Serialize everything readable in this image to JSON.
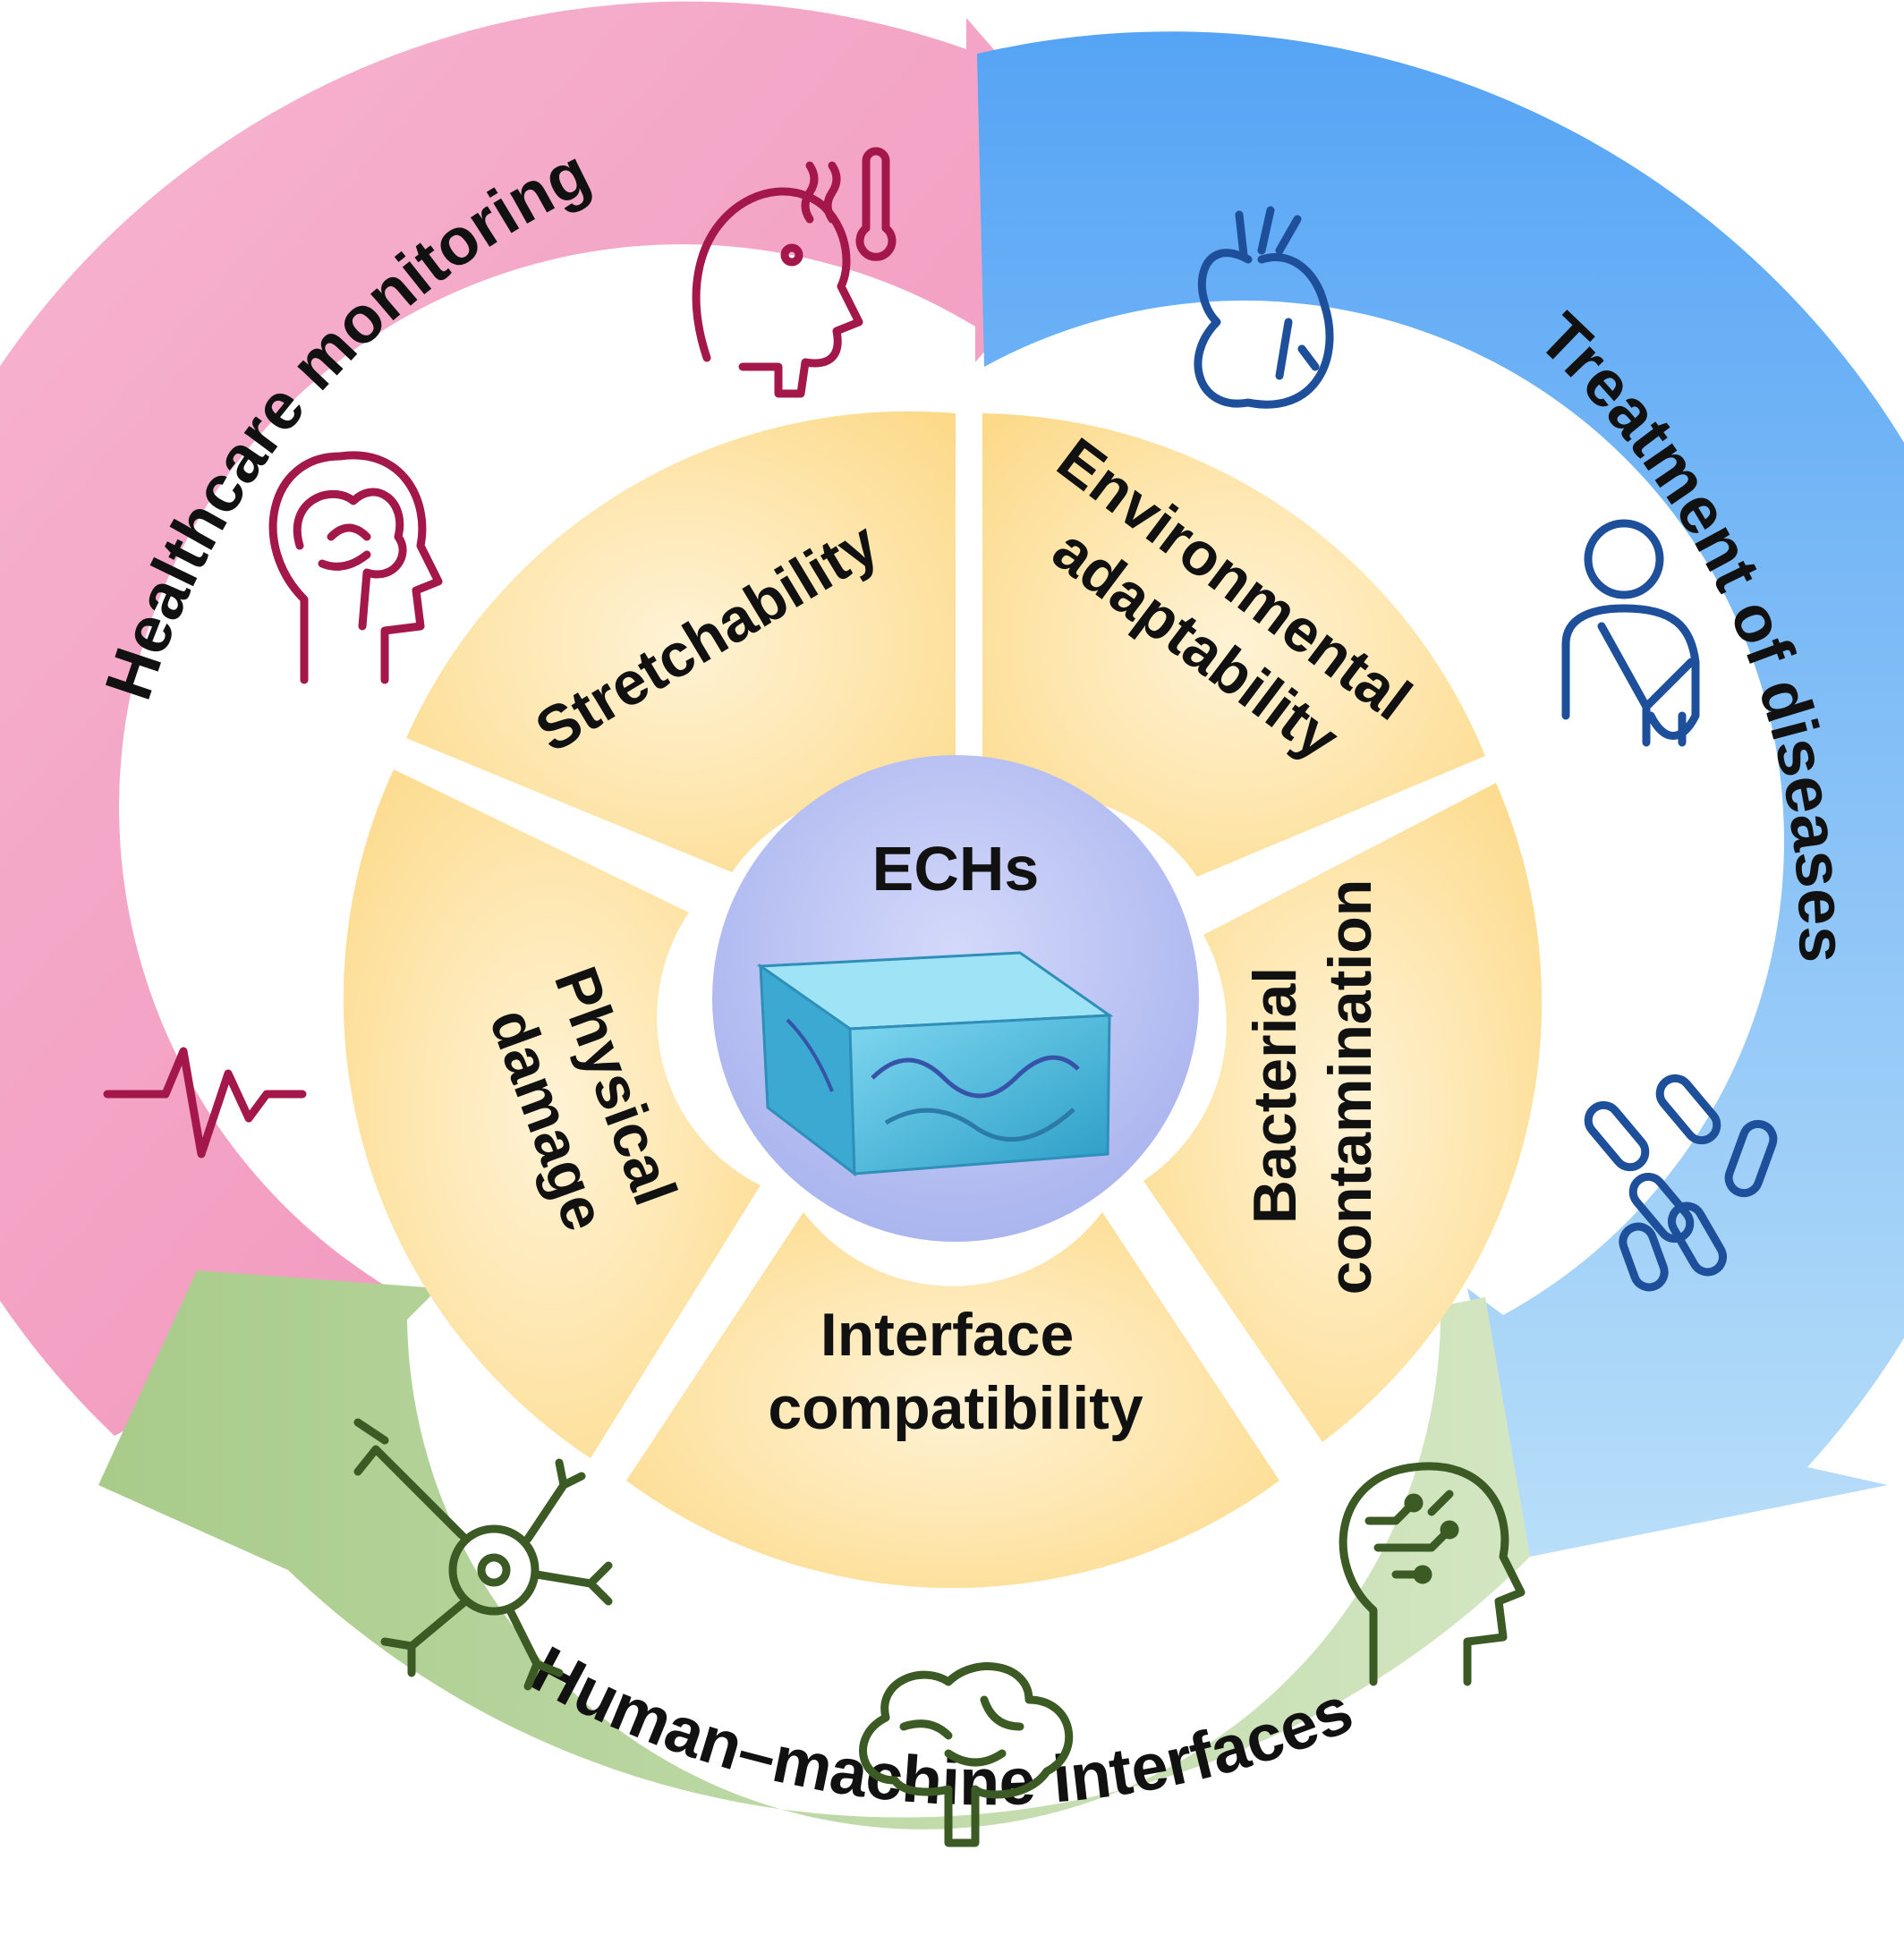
{
  "center": {
    "label": "ECHs"
  },
  "ring": [
    {
      "label": "Healthcare monitoring",
      "color": "#f39ac0",
      "icon_color": "#a3174a"
    },
    {
      "label": "Treatment of diseases",
      "color": "#5eaaf4",
      "icon_color": "#1d4f9a"
    },
    {
      "label": "Human–machine interfaces",
      "color": "#b3d196",
      "icon_color": "#3b5a24"
    }
  ],
  "segments": [
    {
      "lines": [
        "Stretchability"
      ]
    },
    {
      "lines": [
        "Environmental",
        "adaptability"
      ]
    },
    {
      "lines": [
        "Bacterial",
        "contamination"
      ]
    },
    {
      "lines": [
        "Interface",
        "compatibility"
      ]
    },
    {
      "lines": [
        "Physical",
        "damage"
      ]
    }
  ],
  "icons": {
    "healthcare": [
      "fever-head-thermometer-icon",
      "brain-head-icon",
      "heartbeat-pulse-icon"
    ],
    "treatment": [
      "heart-icon",
      "arm-sling-patient-icon",
      "bacteria-icon"
    ],
    "hmi": [
      "neuron-icon",
      "brain-icon",
      "circuit-head-icon"
    ]
  },
  "colors": {
    "segment_fill": "#fde3a6",
    "segment_fill_light": "#fff1cf",
    "core_fill": "#b9c2f2",
    "hydrogel": "#43b8dc"
  }
}
